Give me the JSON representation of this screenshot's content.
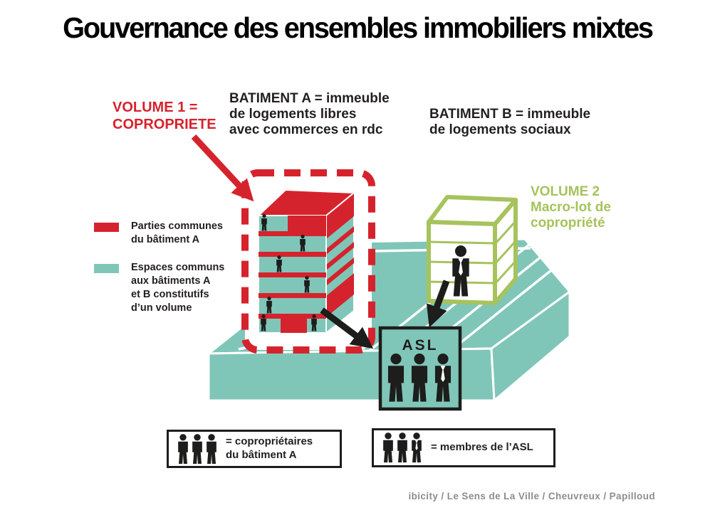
{
  "title": "Gouvernance des ensembles immobiliers mixtes",
  "labels": {
    "volume1": {
      "line1": "VOLUME 1 =",
      "line2": "COPROPRIETE"
    },
    "batimentA": {
      "line1": "BATIMENT A = immeuble",
      "line2": "de logements libres",
      "line3": "avec commerces en rdc"
    },
    "batimentB": {
      "line1": "BATIMENT B = immeuble",
      "line2": "de logements sociaux"
    },
    "volume2": {
      "line1": "VOLUME 2",
      "line2": "Macro-lot de",
      "line3": "copropriété"
    }
  },
  "legend": {
    "items": [
      {
        "swatch_color": "#d5232d",
        "lines": [
          "Parties communes",
          "du bâtiment A"
        ]
      },
      {
        "swatch_color": "#7fc6b9",
        "lines": [
          "Espaces communs",
          "aux bâtiments A",
          "et B constitutifs",
          "d’un volume"
        ]
      }
    ]
  },
  "diagram": {
    "asl_label": "ASL"
  },
  "bottom_legend": {
    "coproprietaires": {
      "line1": "= copropriétaires",
      "line2": "du bâtiment A"
    },
    "membres": {
      "label": "= membres de l’ASL"
    }
  },
  "credit": "ibicity / Le Sens de La Ville / Cheuvreux / Papilloud",
  "colors": {
    "red": "#d5232d",
    "teal": "#7fc6b9",
    "green": "#a6c35c",
    "black": "#1d1d1b",
    "credit_gray": "#8d8d8d"
  },
  "icons": {
    "person": "person-silhouette",
    "person_tie": "person-with-tie-silhouette",
    "arrow": "thick-arrow"
  }
}
